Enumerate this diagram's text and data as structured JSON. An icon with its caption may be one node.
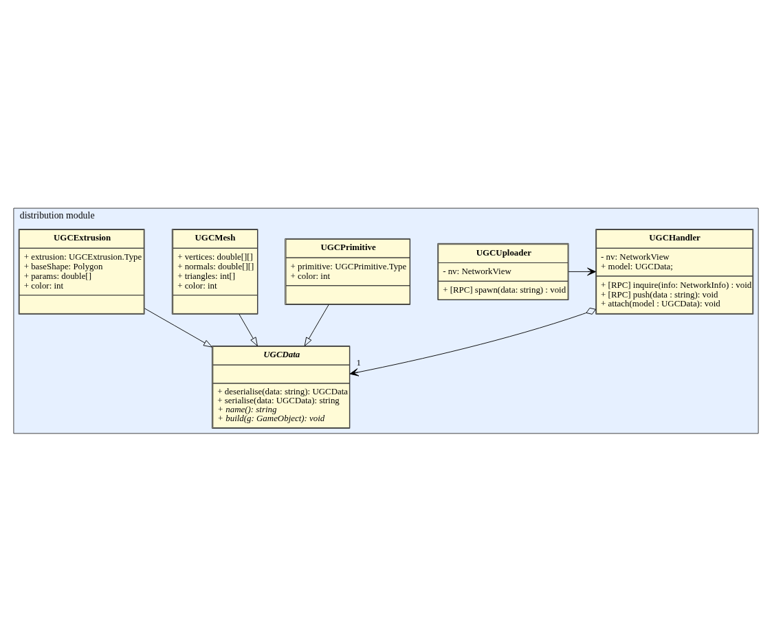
{
  "diagram": {
    "nodes": [
      {
        "text": [
          "distribution module"
        ]
      },
      {
        "text": [
          "UGCUploader",
          "- nv: NetworkView",
          "+ [RPC] spawn(data: string) : void"
        ],
        "in": 0
      },
      {
        "text": [
          "UGCHandler",
          "- nv: NetworkView",
          "+ model: UGCData;",
          "+ [RPC] inquire(info: NetworkInfo) : void",
          "+ [RPC] push(data : string): void",
          "+ attach(model : UGCData): void"
        ],
        "in": 0
      },
      {
        "text": [
          "UGCData",
          "+ deserialise(data: string): UGCData",
          "+ serialise(data: UGCData): string",
          "+ name(): string",
          "+ build(g: GameObject): void"
        ],
        "in": 0
      },
      {
        "text": [
          "UGCPrimitive",
          "+ primitive: UGCPrimitive.Type",
          "+ color: int"
        ],
        "in": 0
      },
      {
        "text": [
          "UGCMesh",
          "+ vertices: double[][]",
          "+ normals: double[][]",
          "+ triangles: int[]",
          "+ color: int"
        ],
        "in": 0
      },
      {
        "text": [
          "UGCExtrusion",
          "+ extrusion: UGCExtrusion.Type",
          "+ baseShape: Polygon",
          "+ params: double[]",
          "+ color: int"
        ],
        "in": 0
      }
    ],
    "edges": [
      {
        "from": 1,
        "to": 2,
        "arrow": "to"
      },
      {
        "from": 2,
        "to": 3,
        "arrow": "to",
        "label": "1"
      },
      {
        "from": 4,
        "to": 3,
        "arrow": "to"
      },
      {
        "from": 5,
        "to": 3,
        "arrow": "to"
      },
      {
        "from": 6,
        "to": 3,
        "arrow": "to"
      }
    ]
  }
}
